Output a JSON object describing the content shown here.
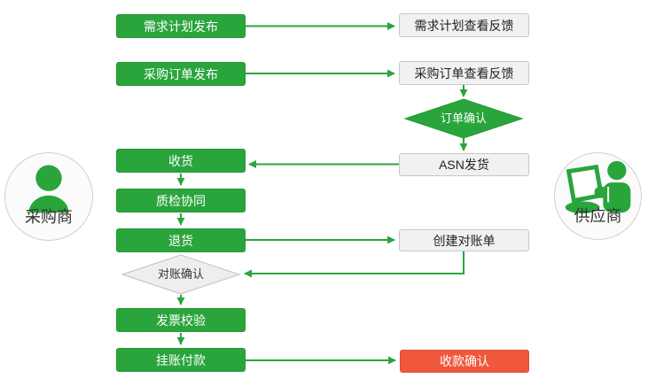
{
  "diagram": {
    "actors": {
      "buyer": {
        "label": "采购商"
      },
      "supplier": {
        "label": "供应商"
      }
    },
    "buyer_steps": [
      {
        "label": "需求计划发布",
        "style": "green"
      },
      {
        "label": "采购订单发布",
        "style": "green"
      },
      {
        "label": "收货",
        "style": "green"
      },
      {
        "label": "质检协同",
        "style": "green"
      },
      {
        "label": "退货",
        "style": "green"
      },
      {
        "label": "发票校验",
        "style": "green"
      },
      {
        "label": "挂账付款",
        "style": "green"
      }
    ],
    "supplier_steps": [
      {
        "label": "需求计划查看反馈",
        "style": "gray"
      },
      {
        "label": "采购订单查看反馈",
        "style": "gray"
      },
      {
        "label": "ASN发货",
        "style": "gray"
      },
      {
        "label": "创建对账单",
        "style": "gray"
      },
      {
        "label": "收款确认",
        "style": "red"
      }
    ],
    "decisions": {
      "order": {
        "label": "订单确认",
        "style": "green"
      },
      "reconciliation": {
        "label": "对账确认",
        "style": "gray"
      }
    },
    "colors": {
      "green": "#2aa53c",
      "red": "#f0583c",
      "gray_fill": "#f1f1f1",
      "gray_border": "#c8c8c8",
      "diamond_gray_fill": "#eeeeee",
      "diamond_gray_border": "#c0c0c0"
    }
  }
}
